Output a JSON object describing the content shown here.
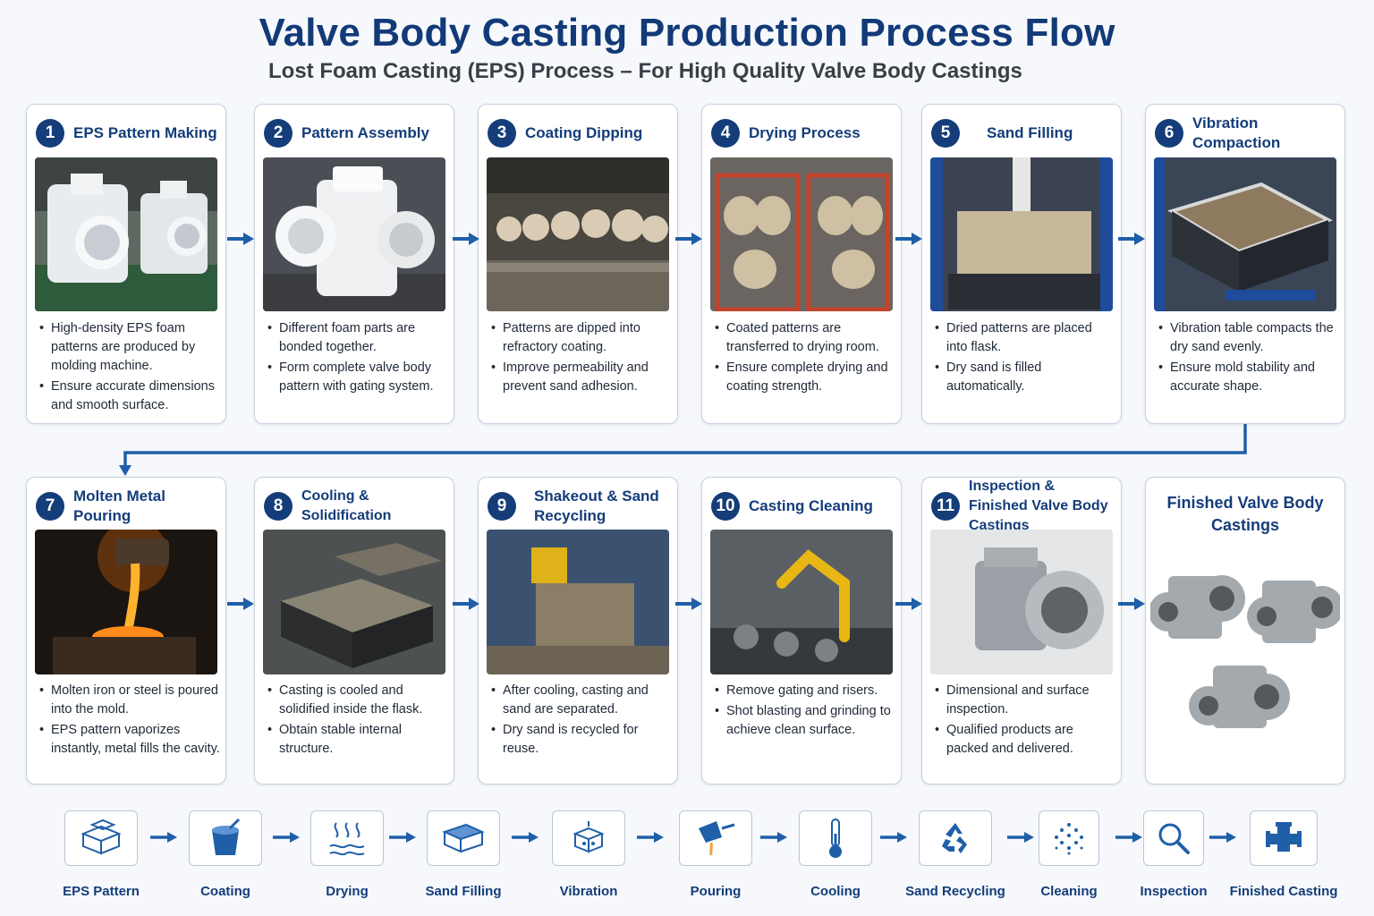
{
  "header": {
    "title": "Valve Body Casting Production Process Flow",
    "subtitle": "Lost Foam Casting (EPS) Process – For High Quality Valve Body Castings"
  },
  "steps": [
    {
      "num": "1",
      "title": "EPS Pattern Making",
      "bullets": [
        "High-density EPS foam patterns are produced by molding machine.",
        "Ensure accurate dimensions and smooth surface."
      ]
    },
    {
      "num": "2",
      "title": "Pattern Assembly",
      "bullets": [
        "Different foam parts are bonded together.",
        "Form complete valve body pattern with gating system."
      ]
    },
    {
      "num": "3",
      "title": "Coating Dipping",
      "bullets": [
        "Patterns are dipped into refractory coating.",
        "Improve permeability and prevent sand adhesion."
      ]
    },
    {
      "num": "4",
      "title": "Drying Process",
      "bullets": [
        "Coated patterns are transferred to drying room.",
        "Ensure complete drying and coating strength."
      ]
    },
    {
      "num": "5",
      "title": "Sand Filling",
      "bullets": [
        "Dried patterns are placed into flask.",
        "Dry sand is filled automatically."
      ]
    },
    {
      "num": "6",
      "title": "Vibration Compaction",
      "bullets": [
        "Vibration table compacts the dry sand evenly.",
        "Ensure mold stability and accurate shape."
      ]
    },
    {
      "num": "7",
      "title": "Molten Metal Pouring",
      "bullets": [
        "Molten iron or steel is poured into the mold.",
        "EPS pattern vaporizes instantly, metal fills the cavity."
      ]
    },
    {
      "num": "8",
      "title": "Cooling & Solidification",
      "bullets": [
        "Casting is cooled and solidified inside the flask.",
        "Obtain stable internal structure."
      ]
    },
    {
      "num": "9",
      "title": "Shakeout & Sand Recycling",
      "bullets": [
        "After cooling, casting and sand are separated.",
        "Dry sand is recycled for reuse."
      ]
    },
    {
      "num": "10",
      "title": "Casting Cleaning",
      "bullets": [
        "Remove gating and risers.",
        "Shot blasting and grinding to achieve clean surface."
      ]
    },
    {
      "num": "11",
      "title": "Inspection & Finished Valve Body Castings",
      "bullets": [
        "Dimensional and surface inspection.",
        "Qualified products are packed and delivered."
      ]
    }
  ],
  "final_card": {
    "title": "Finished Valve Body Castings"
  },
  "flow": [
    {
      "label": "EPS Pattern",
      "icon": "foam-blocks-icon"
    },
    {
      "label": "Coating",
      "icon": "coating-bucket-icon"
    },
    {
      "label": "Drying",
      "icon": "heat-waves-icon"
    },
    {
      "label": "Sand Filling",
      "icon": "sand-box-icon"
    },
    {
      "label": "Vibration",
      "icon": "vibration-icon"
    },
    {
      "label": "Pouring",
      "icon": "ladle-icon"
    },
    {
      "label": "Cooling",
      "icon": "thermometer-icon"
    },
    {
      "label": "Sand Recycling",
      "icon": "recycle-icon"
    },
    {
      "label": "Cleaning",
      "icon": "particles-icon"
    },
    {
      "label": "Inspection",
      "icon": "magnifier-icon"
    },
    {
      "label": "Finished Casting",
      "icon": "pipe-fitting-icon"
    }
  ],
  "colors": {
    "primary": "#143d7a",
    "arrow": "#1f5fa8",
    "card_border": "#c9d3e0"
  }
}
